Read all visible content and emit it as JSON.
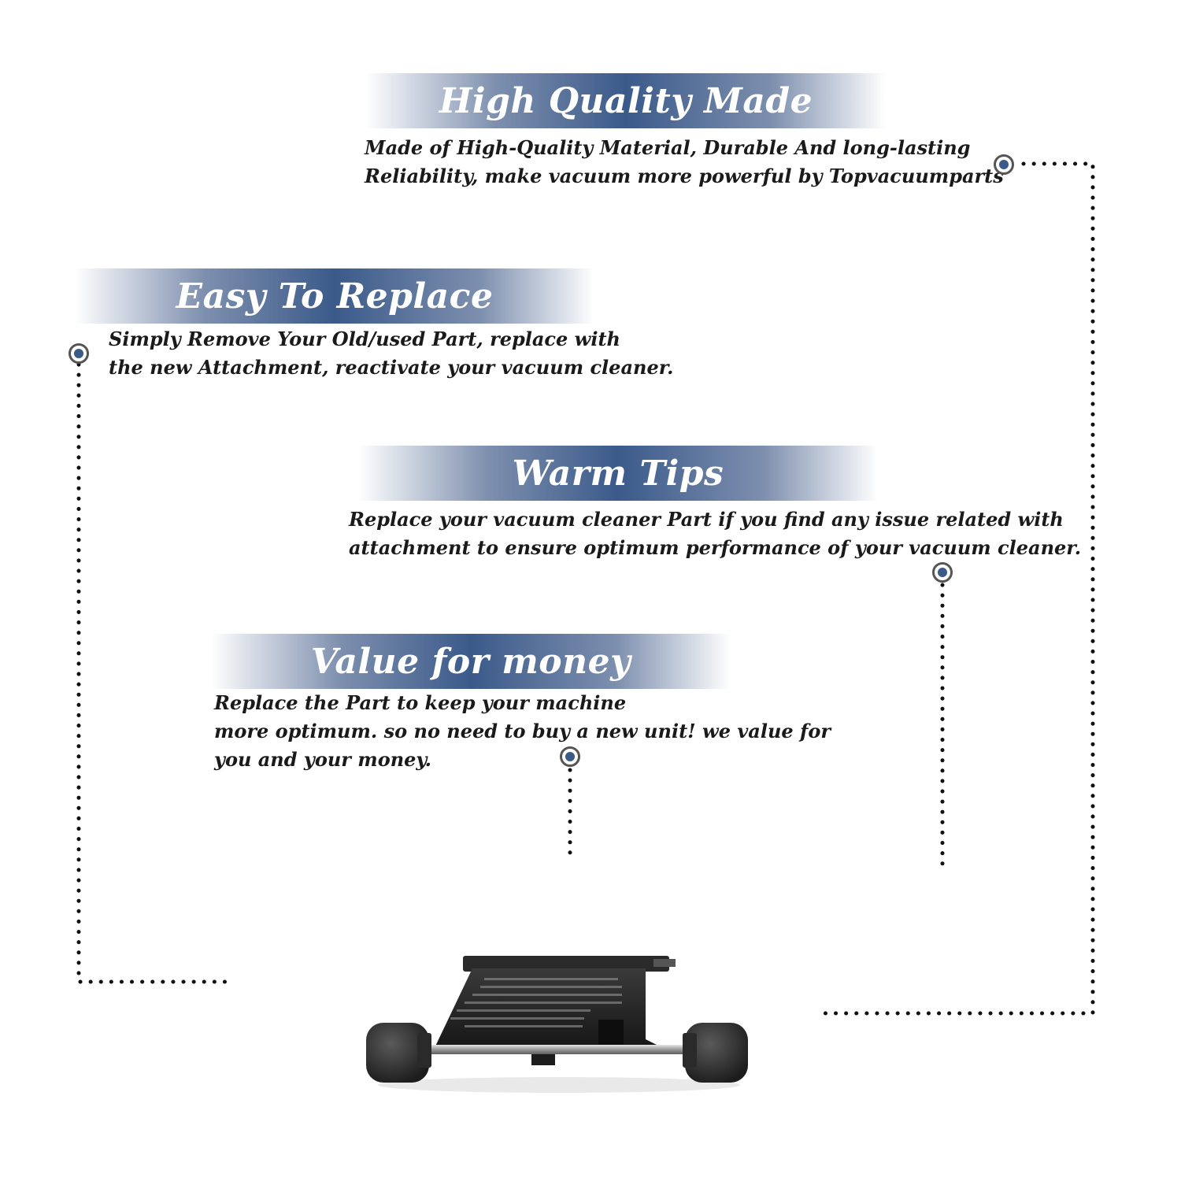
{
  "features": [
    {
      "title": "High Quality Made",
      "lines": [
        "Made of  High-Quality Material, Durable And long-lasting",
        "Reliability, make vacuum more powerful by Topvacuumparts"
      ]
    },
    {
      "title": "Easy To Replace",
      "lines": [
        "Simply Remove Your Old/used Part, replace with",
        "the new Attachment, reactivate your vacuum cleaner."
      ]
    },
    {
      "title": "Warm Tips",
      "lines": [
        "Replace your vacuum cleaner Part if you find any issue related with",
        " attachment to ensure optimum performance of your vacuum cleaner."
      ]
    },
    {
      "title": "Value for money",
      "lines": [
        "Replace the Part to keep your machine",
        "more optimum. so no need to buy a new unit! we value for",
        "you and your money."
      ]
    }
  ],
  "colors": {
    "banner": "#3b5a8a",
    "dot": "#3b5a8a",
    "text": "#1a1a1a"
  },
  "product_icon": "vacuum-wheel-axle-attachment"
}
